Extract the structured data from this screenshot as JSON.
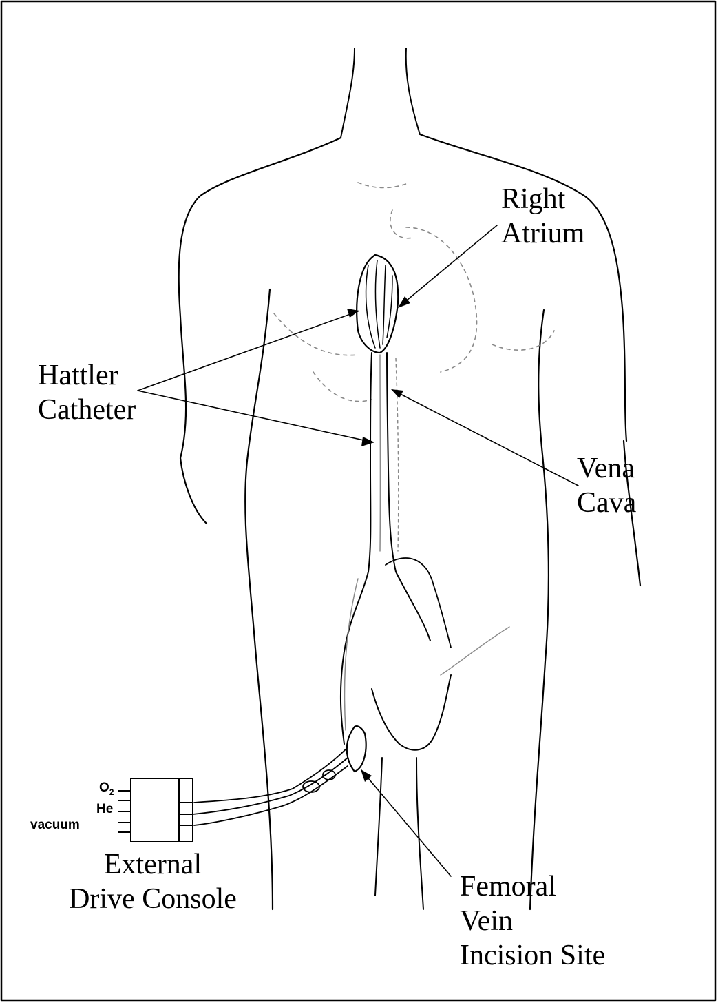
{
  "labels": {
    "right_atrium": [
      "Right",
      "Atrium"
    ],
    "hattler_catheter": [
      "Hattler",
      "Catheter"
    ],
    "vena_cava": [
      "Vena",
      "Cava"
    ],
    "external_drive_console": [
      "External",
      "Drive Console"
    ],
    "femoral_vein_incision_site": [
      "Femoral",
      "Vein",
      "Incision Site"
    ]
  },
  "console_ports": {
    "o2": {
      "main": "O",
      "sub": "2"
    },
    "he": "He",
    "vacuum": "vacuum"
  },
  "colors": {
    "ink": "#000000",
    "faint_ink": "#8a8a8a",
    "background": "#ffffff"
  }
}
